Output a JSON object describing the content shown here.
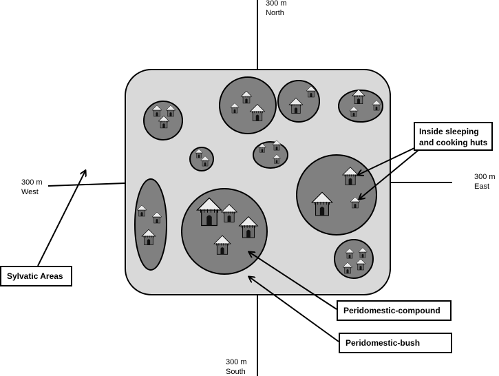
{
  "directions": {
    "north": {
      "distance": "300 m",
      "name": "North"
    },
    "south": {
      "distance": "300 m",
      "name": "South"
    },
    "west": {
      "distance": "300 m",
      "name": "West"
    },
    "east": {
      "distance": "300 m",
      "name": "East"
    }
  },
  "callouts": {
    "sylvatic": "Sylvatic Areas",
    "inside_huts_line1": "Inside sleeping",
    "inside_huts_line2": "and cooking huts",
    "peridomestic_compound": "Peridomestic-compound",
    "peridomestic_bush": "Peridomestic-bush"
  },
  "colors": {
    "village_area": "#d9d9d9",
    "compound": "#808080",
    "hut_wall": "#6b6b6b",
    "hut_roof": "#e8e8e8",
    "outline": "#000000"
  },
  "icons": [
    "hut-icon"
  ]
}
